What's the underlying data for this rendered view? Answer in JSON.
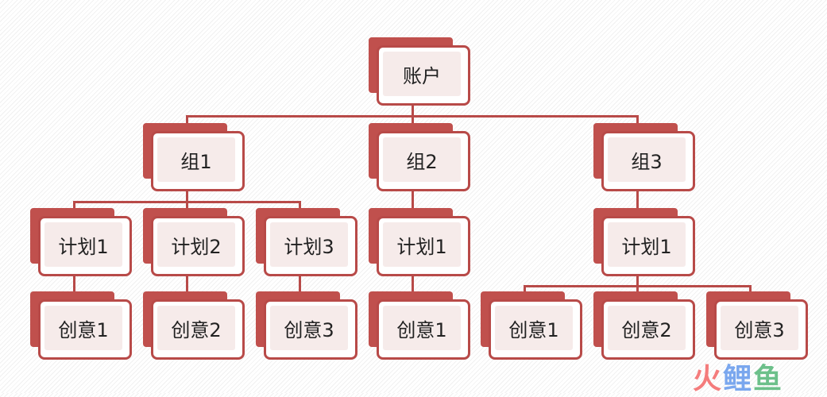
{
  "tree": {
    "label": "账户",
    "children": [
      {
        "label": "组1",
        "children": [
          {
            "label": "计划1",
            "children": [
              {
                "label": "创意1"
              }
            ]
          },
          {
            "label": "计划2",
            "children": [
              {
                "label": "创意2"
              }
            ]
          },
          {
            "label": "计划3",
            "children": [
              {
                "label": "创意3"
              }
            ]
          }
        ]
      },
      {
        "label": "组2",
        "children": [
          {
            "label": "计划1",
            "children": [
              {
                "label": "创意1"
              }
            ]
          }
        ]
      },
      {
        "label": "组3",
        "children": [
          {
            "label": "计划1",
            "children": [
              {
                "label": "创意1"
              },
              {
                "label": "创意2"
              },
              {
                "label": "创意3"
              }
            ]
          }
        ]
      }
    ]
  },
  "watermark": [
    "火",
    "鲤",
    "鱼"
  ],
  "colors": {
    "accent": "#c0504d",
    "fill": "#f6ebea"
  }
}
